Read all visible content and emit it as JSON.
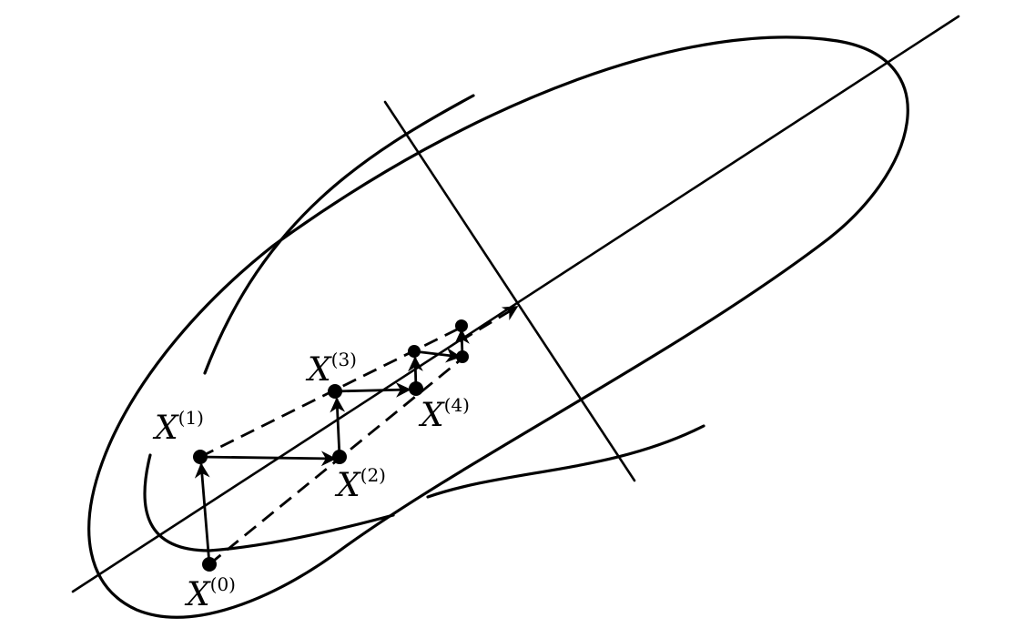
{
  "labels": {
    "x0": {
      "base": "X",
      "sup": "(0)"
    },
    "x1": {
      "base": "X",
      "sup": "(1)"
    },
    "x2": {
      "base": "X",
      "sup": "(2)"
    },
    "x3": {
      "base": "X",
      "sup": "(3)"
    },
    "x4": {
      "base": "X",
      "sup": "(4)"
    }
  },
  "colors": {
    "ink": "#000000",
    "background": "#ffffff"
  }
}
